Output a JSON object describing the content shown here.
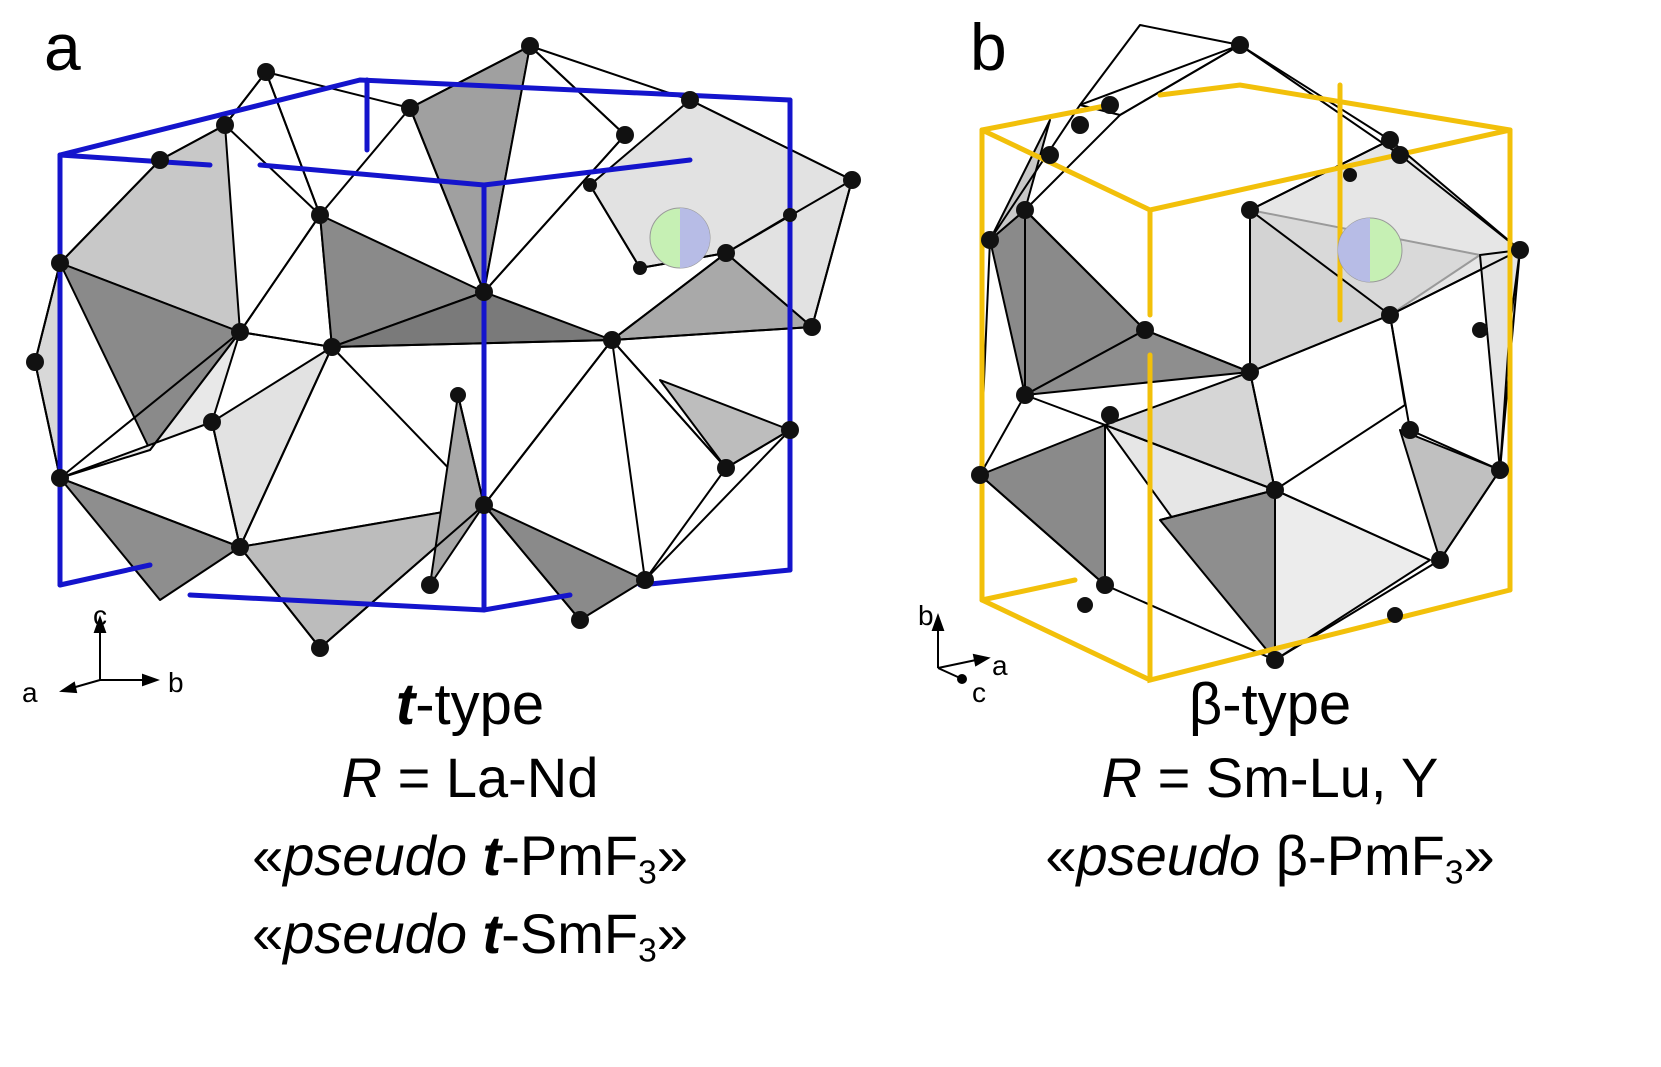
{
  "panels": [
    {
      "letter": "a",
      "cell_color": "#1414cc",
      "axes": {
        "up": "c",
        "left": "a",
        "right": "b"
      },
      "caption": {
        "type_symbol": "t",
        "type_word": "-type",
        "range_var": "R",
        "range_text": " = La-Nd",
        "pseudo_lines": [
          {
            "open": "«",
            "pseudo": "pseudo",
            "symbol": "t",
            "compound": "-PmF",
            "sub": "3",
            "close": "»"
          },
          {
            "open": "«",
            "pseudo": "pseudo",
            "symbol": "t",
            "compound": "-SmF",
            "sub": "3",
            "close": "»"
          }
        ]
      }
    },
    {
      "letter": "b",
      "cell_color": "#f2c00a",
      "axes": {
        "up": "b",
        "right": "a",
        "down": "c"
      },
      "caption": {
        "type_symbol": "β",
        "type_word": "-type",
        "range_var": "R",
        "range_text": " = Sm-Lu, Y",
        "pseudo_lines": [
          {
            "open": "«",
            "pseudo": "pseudo",
            "symbol": "β",
            "compound": "-PmF",
            "sub": "3",
            "close": "»"
          }
        ]
      }
    }
  ],
  "atom_colors": {
    "fluorine": "#111111",
    "cation_half_1": "#b7bce6",
    "cation_half_2": "#c6f0b4"
  },
  "polyhedra_colors": {
    "light": "#e4e4e4",
    "mid": "#c4c4c4",
    "dark": "#8a8a8a"
  }
}
